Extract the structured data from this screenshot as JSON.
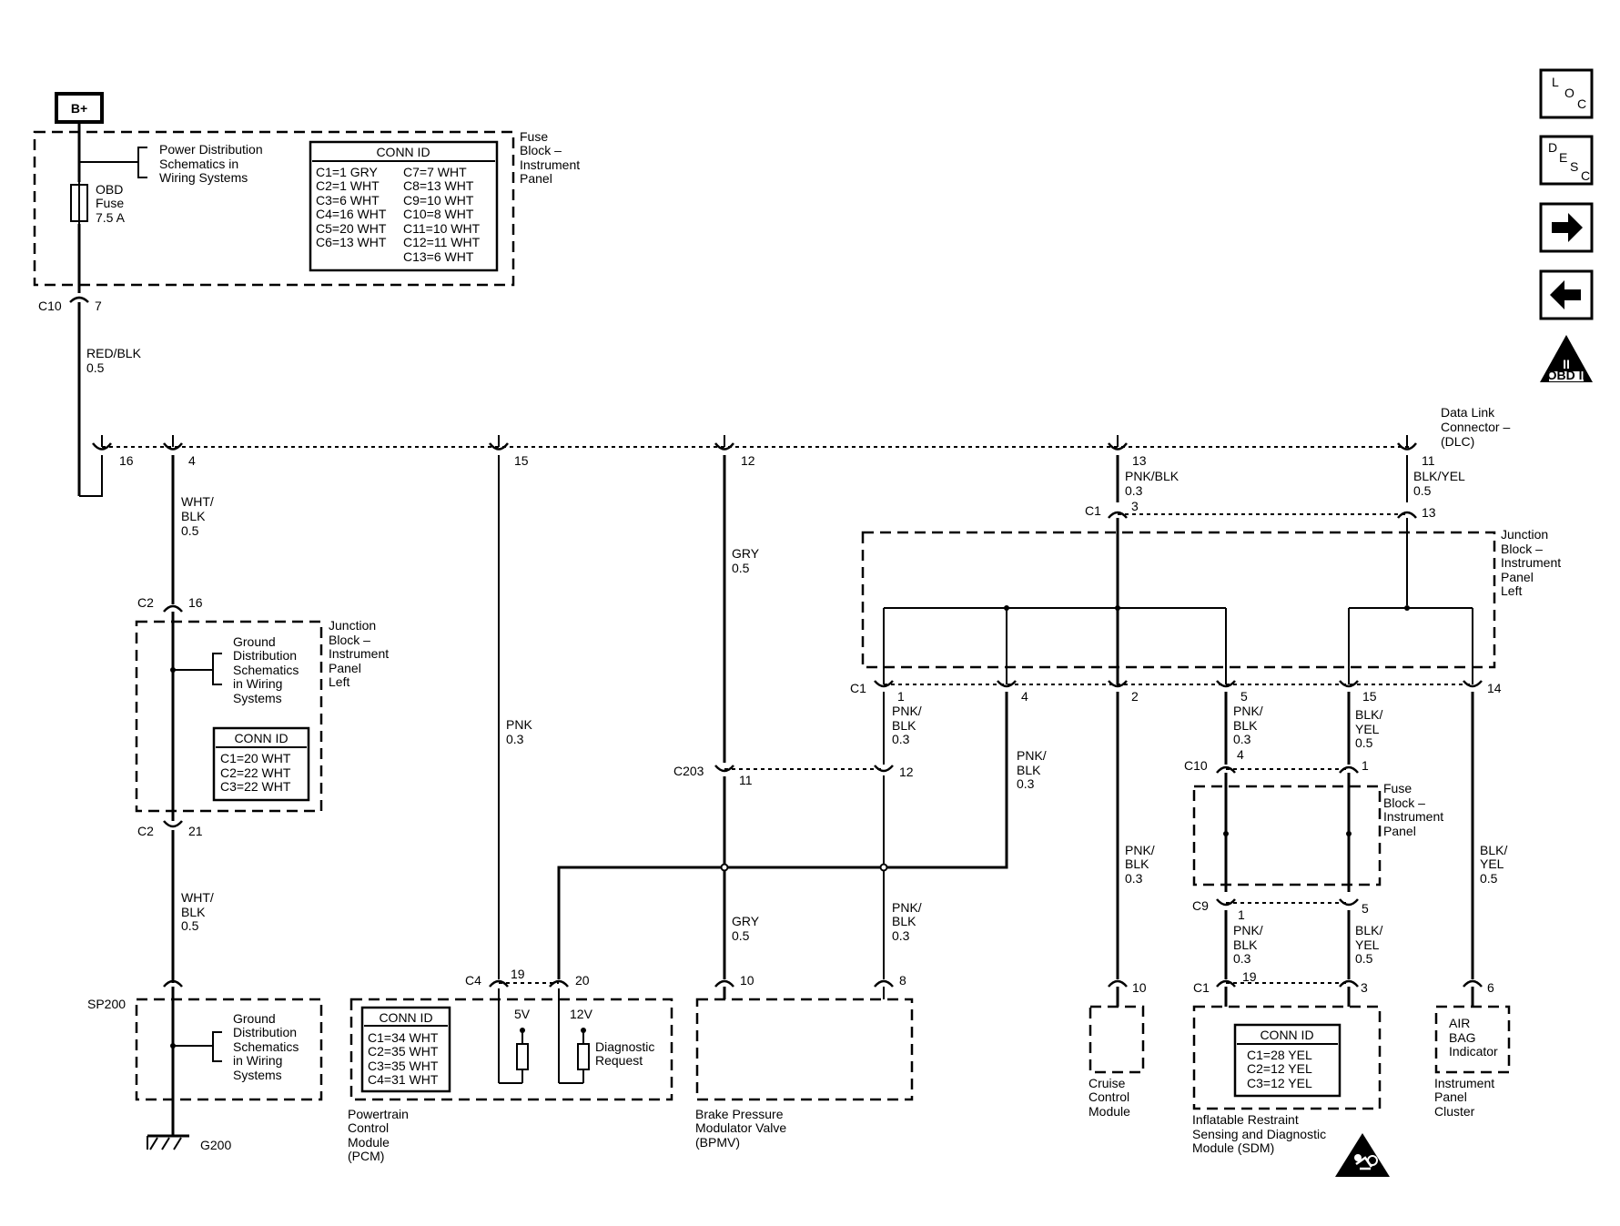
{
  "battery": "B+",
  "fuse_block": {
    "name": [
      "Fuse",
      "Block –",
      "Instrument",
      "Panel"
    ],
    "power_ref": [
      "Power Distribution",
      "Schematics in",
      "Wiring  Systems"
    ],
    "fuse": [
      "OBD",
      "Fuse",
      "7.5 A"
    ],
    "conn_title": "CONN ID",
    "conn_left": [
      "C1=1 GRY",
      "C2=1 WHT",
      "C3=6 WHT",
      "C4=16 WHT",
      "C5=20 WHT",
      "C6=13 WHT"
    ],
    "conn_right": [
      "C7=7 WHT",
      "C8=13 WHT",
      "C9=10 WHT",
      "C10=8 WHT",
      "C11=10 WHT",
      "C12=11 WHT",
      "C13=6 WHT"
    ],
    "conn_c10": "C10",
    "pin_7": "7"
  },
  "wire_redblk": [
    "RED/BLK",
    "0.5"
  ],
  "dlc": {
    "name": [
      "Data Link",
      "Connector –",
      "(DLC)"
    ],
    "pins": [
      "16",
      "4",
      "15",
      "12",
      "13",
      "11"
    ]
  },
  "wires": {
    "wht_blk_1": [
      "WHT/",
      "BLK",
      "0.5"
    ],
    "wht_blk_2": [
      "WHT/",
      "BLK",
      "0.5"
    ],
    "pnk_main": [
      "PNK",
      "0.3"
    ],
    "gry_1": [
      "GRY",
      "0.5"
    ],
    "gry_2": [
      "GRY",
      "0.5"
    ],
    "pnk_blk_dlc": [
      "PNK/BLK",
      "0.3"
    ],
    "blk_yel_dlc": [
      "BLK/YEL",
      "0.5"
    ],
    "pnk_blk_c1_1": [
      "PNK/",
      "BLK",
      "0.3"
    ],
    "pnk_blk_c1_4": [
      "PNK/",
      "BLK",
      "0.3"
    ],
    "pnk_blk_c1_5": [
      "PNK/",
      "BLK",
      "0.3"
    ],
    "blk_yel_c1_15": [
      "BLK/",
      "YEL",
      "0.5"
    ],
    "pnk_blk_cruise": [
      "PNK/",
      "BLK",
      "0.3"
    ],
    "blk_yel_ipc": [
      "BLK/",
      "YEL",
      "0.5"
    ],
    "pnk_blk_bpmv": [
      "PNK/",
      "BLK",
      "0.3"
    ],
    "pnk_blk_sdm": [
      "PNK/",
      "BLK",
      "0.3"
    ],
    "blk_yel_sdm": [
      "BLK/",
      "YEL",
      "0.5"
    ]
  },
  "jb_left": {
    "name": [
      "Junction",
      "Block –",
      "Instrument",
      "Panel",
      "Left"
    ],
    "ground_ref": [
      "Ground",
      "Distribution",
      "Schematics",
      "in Wiring",
      "Systems"
    ],
    "conn_title": "CONN ID",
    "conn": [
      "C1=20 WHT",
      "C2=22 WHT",
      "C3=22 WHT"
    ],
    "c2_top": "C2",
    "pin_16": "16",
    "c2_bot": "C2",
    "pin_21": "21"
  },
  "jb_right": {
    "name": [
      "Junction",
      "Block –",
      "Instrument",
      "Panel",
      "Left"
    ],
    "c1_top": "C1",
    "pin_3": "3",
    "pin_13": "13",
    "c1_bot": "C1",
    "pins_bot": [
      "1",
      "4",
      "2",
      "5",
      "15",
      "14"
    ]
  },
  "splice": {
    "name": "SP200",
    "ground_ref": [
      "Ground",
      "Distribution",
      "Schematics",
      "in Wiring",
      "Systems"
    ],
    "ground": "G200"
  },
  "pcm": {
    "name": [
      "Powertrain",
      "Control",
      "Module",
      "(PCM)"
    ],
    "conn_title": "CONN ID",
    "conn": [
      "C1=34 WHT",
      "C2=35 WHT",
      "C3=35 WHT",
      "C4=31 WHT"
    ],
    "c4": "C4",
    "pin_19": "19",
    "pin_20": "20",
    "v5": "5V",
    "v12": "12V",
    "diag": [
      "Diagnostic",
      "Request"
    ]
  },
  "c203": {
    "name": "C203",
    "pin_11": "11",
    "pin_12": "12"
  },
  "bpmv": {
    "name": [
      "Brake Pressure",
      "Modulator Valve",
      "(BPMV)"
    ],
    "pin_10": "10",
    "pin_8": "8"
  },
  "cruise": {
    "name": [
      "Cruise",
      "Control",
      "Module"
    ],
    "pin_10": "10"
  },
  "fuse_block_2": {
    "name": [
      "Fuse",
      "Block –",
      "Instrument",
      "Panel"
    ],
    "c10": "C10",
    "pin_4": "4",
    "pin_1": "1",
    "c9": "C9",
    "pin_c9_1": "1",
    "pin_c9_5": "5"
  },
  "sdm": {
    "name": [
      "Inflatable Restraint",
      "Sensing and Diagnostic",
      "Module (SDM)"
    ],
    "conn_title": "CONN ID",
    "conn": [
      "C1=28 YEL",
      "C2=12 YEL",
      "C3=12 YEL"
    ],
    "c1": "C1",
    "pin_19": "19",
    "pin_3": "3"
  },
  "ipc": {
    "indicator": [
      "AIR",
      "BAG",
      "Indicator"
    ],
    "name": [
      "Instrument",
      "Panel",
      "Cluster"
    ],
    "pin_6": "6"
  },
  "nav": {
    "loc": [
      "L",
      "O",
      "C"
    ],
    "desc": [
      "D",
      "E",
      "S",
      "C"
    ],
    "forward": "→",
    "back": "←",
    "obd": "OBD II",
    "obd_roman": "II"
  }
}
